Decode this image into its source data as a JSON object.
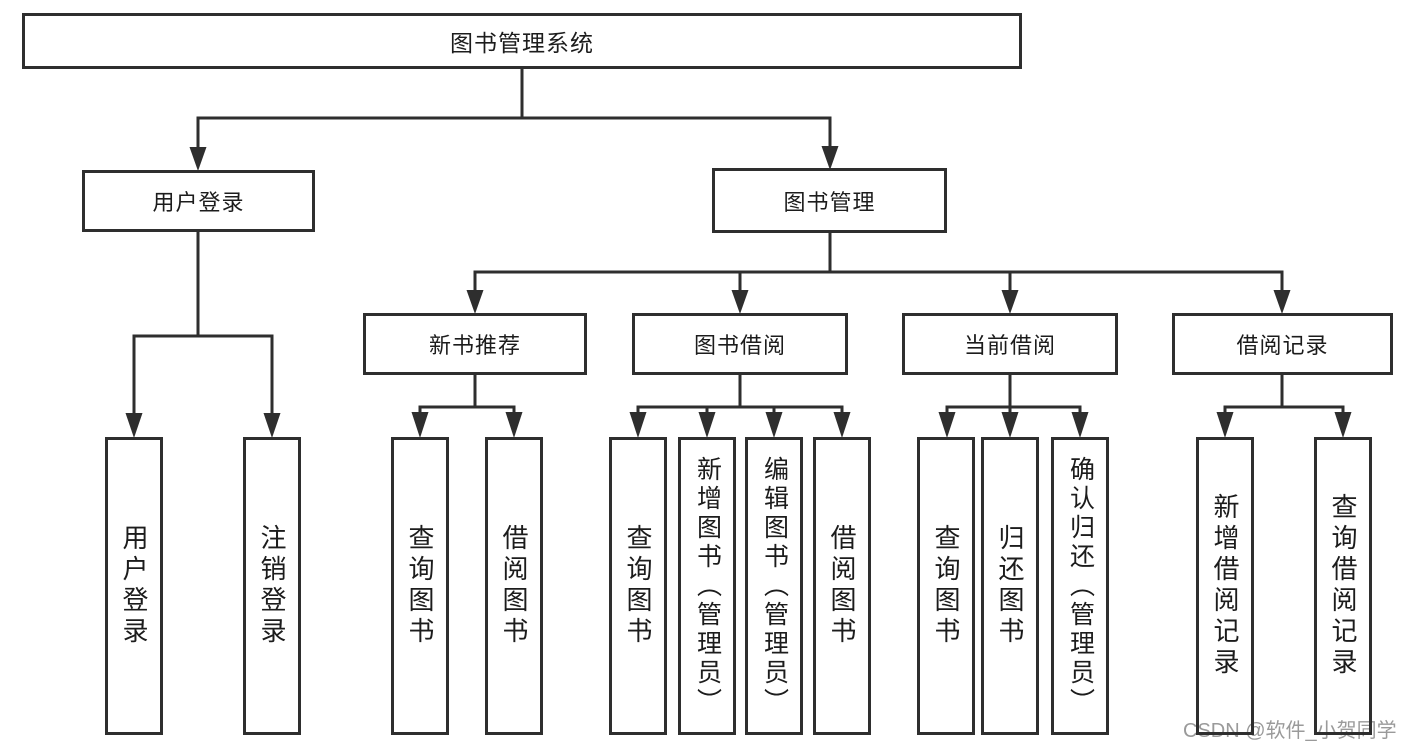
{
  "meta": {
    "background_color": "#ffffff",
    "line_color": "#2e2e2e",
    "text_color": "#1c1c1c",
    "watermark_color": "#9a9a9a"
  },
  "root": {
    "label": "图书管理系统"
  },
  "level2": [
    {
      "label": "用户登录"
    },
    {
      "label": "图书管理"
    }
  ],
  "level3": [
    {
      "label": "新书推荐"
    },
    {
      "label": "图书借阅"
    },
    {
      "label": "当前借阅"
    },
    {
      "label": "借阅记录"
    }
  ],
  "leaves": [
    {
      "label": "用户登录"
    },
    {
      "label": "注销登录"
    },
    {
      "label": "查询图书"
    },
    {
      "label": "借阅图书"
    },
    {
      "label": "查询图书"
    },
    {
      "label": "新增图书（管理员）"
    },
    {
      "label": "编辑图书（管理员）"
    },
    {
      "label": "借阅图书"
    },
    {
      "label": "查询图书"
    },
    {
      "label": "归还图书"
    },
    {
      "label": "确认归还（管理员）"
    },
    {
      "label": "新增借阅记录"
    },
    {
      "label": "查询借阅记录"
    }
  ],
  "watermark": {
    "text": "CSDN @软件_小贺同学"
  }
}
